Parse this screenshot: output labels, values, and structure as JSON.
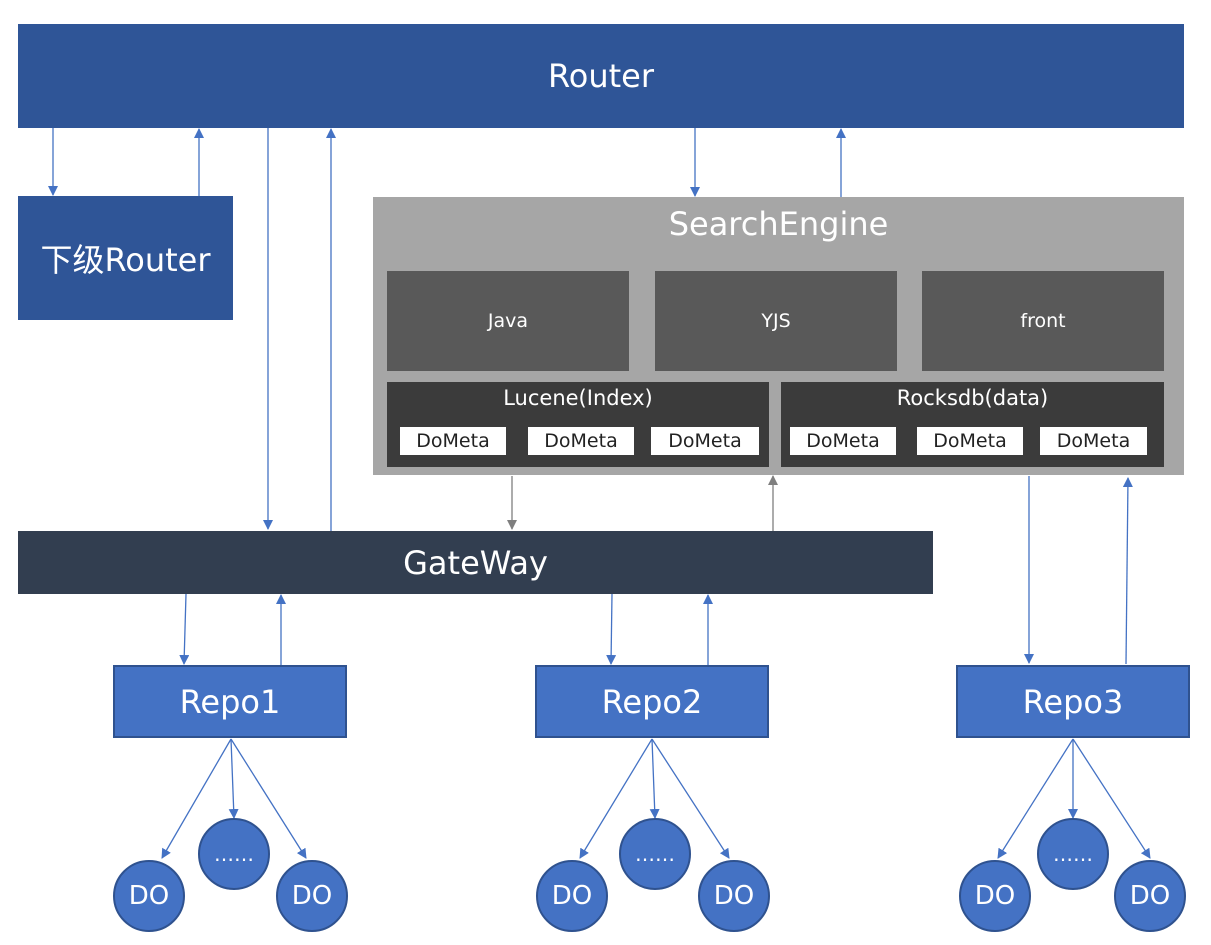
{
  "router": {
    "label": "Router"
  },
  "sub_router": {
    "label": "下级Router"
  },
  "search_engine": {
    "title": "SearchEngine",
    "modules": [
      "Java",
      "YJS",
      "front"
    ],
    "groups": [
      {
        "title": "Lucene(Index)",
        "items": [
          "DoMeta",
          "DoMeta",
          "DoMeta"
        ]
      },
      {
        "title": "Rocksdb(data)",
        "items": [
          "DoMeta",
          "DoMeta",
          "DoMeta"
        ]
      }
    ]
  },
  "gateway": {
    "label": "GateWay"
  },
  "repos": [
    {
      "label": "Repo1",
      "nodes": [
        "DO",
        "……",
        "DO"
      ]
    },
    {
      "label": "Repo2",
      "nodes": [
        "DO",
        "……",
        "DO"
      ]
    },
    {
      "label": "Repo3",
      "nodes": [
        "DO",
        "……",
        "DO"
      ]
    }
  ],
  "colors": {
    "router": "#2f5597",
    "search_engine": "#a6a6a6",
    "module": "#595959",
    "storage": "#3b3b3b",
    "gateway": "#323e50",
    "repo": "#4472c4",
    "arrow_blue": "#4472c4",
    "arrow_gray": "#7f7f7f"
  }
}
